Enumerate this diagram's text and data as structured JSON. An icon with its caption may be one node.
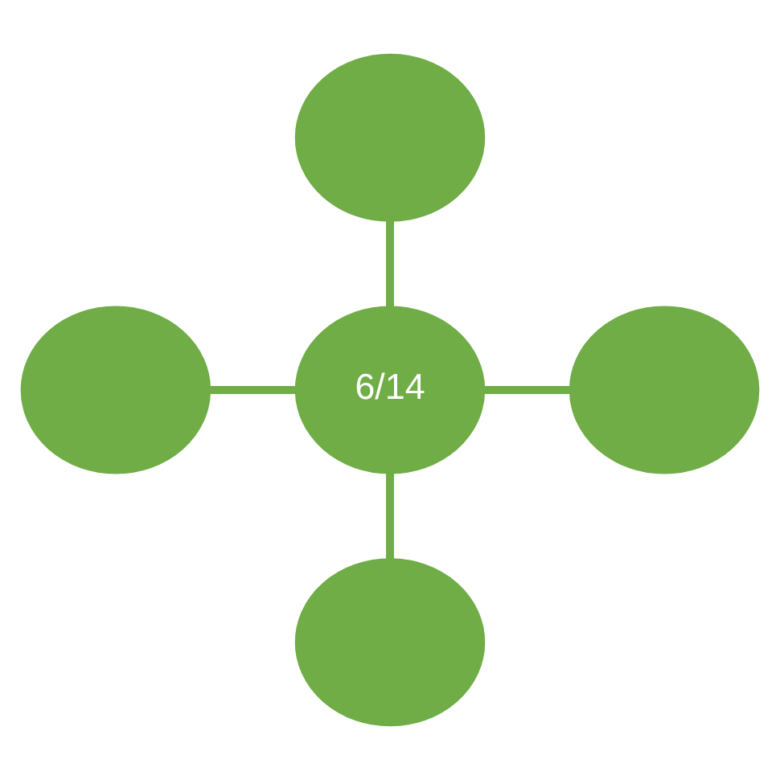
{
  "diagram": {
    "nodes": [
      {
        "text": [],
        "shape": "circle"
      },
      {
        "text": [],
        "shape": "circle"
      },
      {
        "text": [
          "6/14"
        ]
      },
      {
        "text": [],
        "shape": "circle"
      },
      {
        "text": [],
        "shape": "circle"
      }
    ],
    "edges": [
      {
        "from": 0,
        "to": 2,
        "arrow": "none"
      },
      {
        "from": 1,
        "to": 2,
        "arrow": "none"
      },
      {
        "from": 2,
        "to": 3,
        "arrow": "none"
      },
      {
        "from": 2,
        "to": 4,
        "arrow": "none"
      }
    ]
  }
}
